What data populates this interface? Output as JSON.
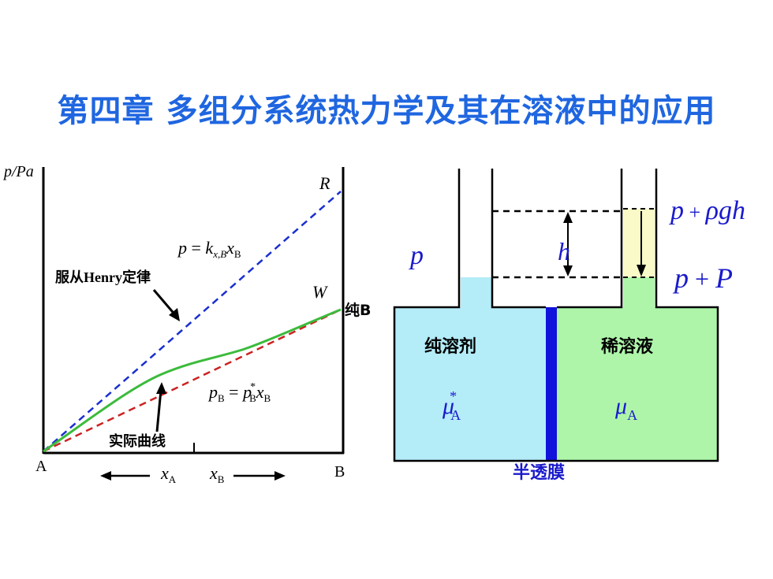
{
  "title": "第四章 多组分系统热力学及其在溶液中的应用",
  "graph": {
    "y_axis_label": "p/Pa",
    "origin_label": "A",
    "end_label": "B",
    "point_R": "R",
    "point_W": "W",
    "pure_B": "纯B",
    "henry_eq_lhs": "p",
    "henry_eq_k": "k",
    "henry_eq_k_sub": "x,B",
    "henry_eq_x": "x",
    "henry_eq_x_sub": "B",
    "henry_label_a": "服从",
    "henry_label_b": "Henry",
    "henry_label_c": "定律",
    "raoult_p": "p",
    "raoult_p_sub": "B",
    "raoult_pstar": "p",
    "raoult_pstar_sup": "*",
    "raoult_pstar_sub": "B",
    "raoult_x": "x",
    "raoult_x_sub": "B",
    "actual_label": "实际曲线",
    "xA": "x",
    "xA_sub": "A",
    "xB": "x",
    "xB_sub": "B"
  },
  "osmosis": {
    "left_pressure": "p",
    "height": "h",
    "right_top_p": "p",
    "right_top_rest": "ρgh",
    "right_p": "p",
    "right_rest": "P",
    "pure_solvent": "纯溶剂",
    "dilute_solution": "稀溶液",
    "mu_star": "μ",
    "mu_star_sup": "*",
    "mu_star_sub": "A",
    "mu": "μ",
    "mu_sub": "A",
    "membrane": "半透膜"
  },
  "colors": {
    "title": "#1f66e0",
    "henry_line": "#1a2fd0",
    "raoult_line": "#cc2222",
    "actual_curve": "#3bbb3b",
    "solvent_fill": "#b4ecf8",
    "solution_fill": "#aef5aa",
    "extra_column": "#fafac8",
    "membrane": "#1212dd",
    "text_blue": "#1a1acc"
  }
}
